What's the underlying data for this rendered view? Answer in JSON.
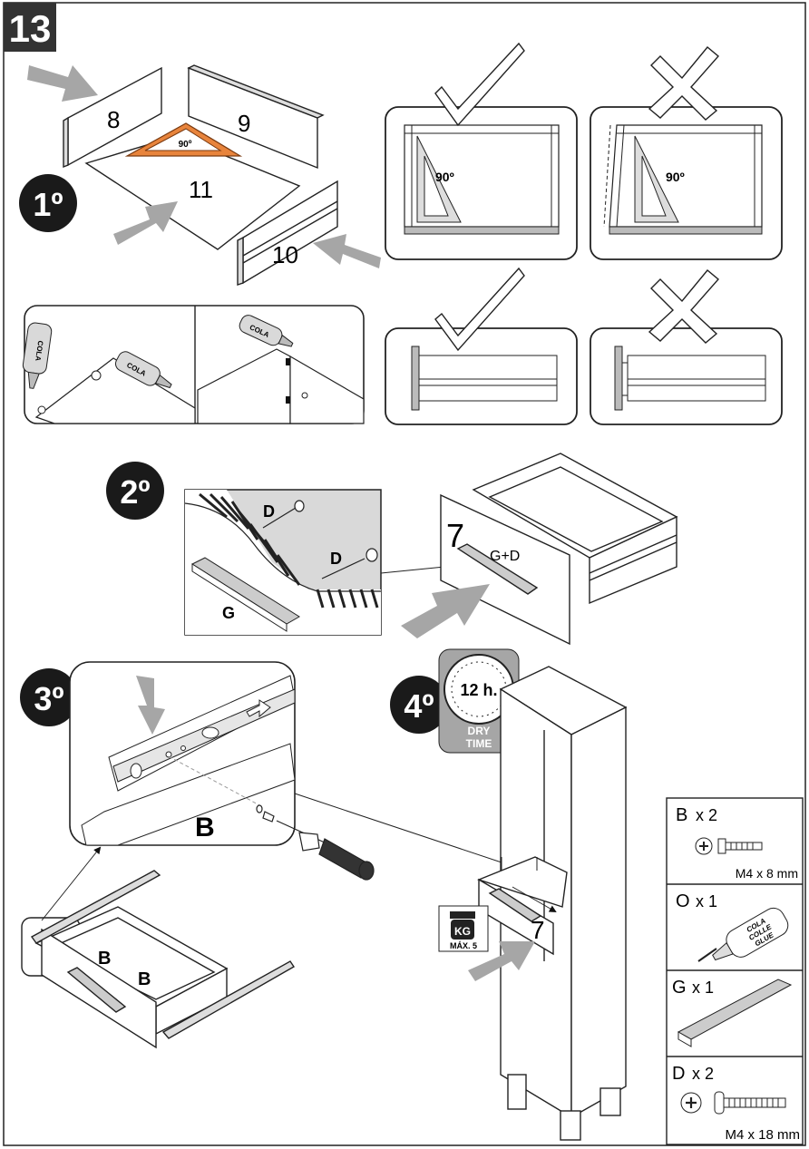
{
  "step_number": "13",
  "steps": {
    "s1": "1º",
    "s2": "2º",
    "s3": "3º",
    "s4": "4º"
  },
  "panels": {
    "p8": "8",
    "p9": "9",
    "p10": "10",
    "p11": "11",
    "p7a": "7",
    "p7b": "7"
  },
  "angle_label": "90º",
  "glue_label": "COLA",
  "labels": {
    "g_plus_d": "G+D",
    "d": "D",
    "g": "G",
    "b": "B"
  },
  "dry": {
    "time": "12 h.",
    "line1": "DRY",
    "line2": "TIME"
  },
  "weight": {
    "unit": "KG",
    "max": "MÁX. 5"
  },
  "parts": [
    {
      "code": "B",
      "qty": "x 2",
      "size": "M4 x 8 mm"
    },
    {
      "code": "O",
      "qty": "x 1",
      "glue_1": "COLA",
      "glue_2": "COLLE",
      "glue_3": "GLUE"
    },
    {
      "code": "G",
      "qty": "x 1"
    },
    {
      "code": "D",
      "qty": "x 2",
      "size": "M4 x 18 mm"
    }
  ],
  "colors": {
    "frame": "#222222",
    "arrow_gray": "#a6a6a6",
    "badge_black": "#1a1a1a",
    "square_orange": "#e8843c",
    "inset_gray": "#d9d9d9"
  }
}
